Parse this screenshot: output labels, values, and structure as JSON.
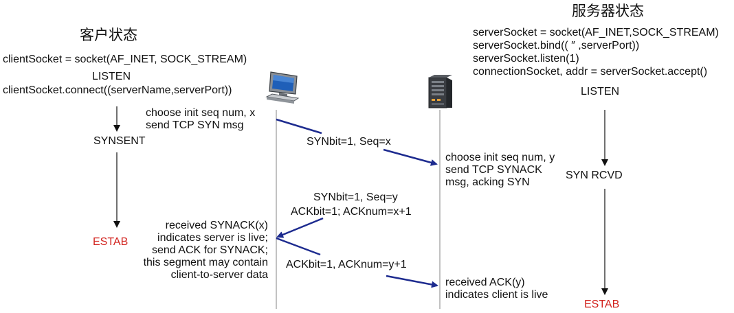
{
  "client": {
    "title": "客户状态",
    "socket_call": "clientSocket = socket(AF_INET, SOCK_STREAM)",
    "listen": "LISTEN",
    "connect_call": "clientSocket.connect((serverName,serverPort))",
    "synsent": "SYNSENT",
    "estab": "ESTAB",
    "action1": [
      "choose init seq num, x",
      "send TCP SYN msg"
    ],
    "action2": [
      "received SYNACK(x)",
      "indicates server is live;",
      "send ACK for SYNACK;",
      "this segment may contain",
      "client-to-server data"
    ]
  },
  "server": {
    "title": "服务器状态",
    "code": [
      "serverSocket = socket(AF_INET,SOCK_STREAM)",
      "serverSocket.bind((  ″  ,serverPort))",
      "serverSocket.listen(1)",
      "connectionSocket, addr = serverSocket.accept()"
    ],
    "listen": "LISTEN",
    "syn_rcvd": "SYN RCVD",
    "estab": "ESTAB",
    "action1": [
      "choose init seq num, y",
      "send TCP SYNACK",
      "msg, acking SYN"
    ],
    "action2": [
      "received ACK(y)",
      "indicates client is live"
    ]
  },
  "messages": {
    "syn": "SYNbit=1, Seq=x",
    "synack_line1": "SYNbit=1, Seq=y",
    "synack_line2": "ACKbit=1; ACKnum=x+1",
    "ack": "ACKbit=1, ACKnum=y+1"
  },
  "icons": {
    "client": "desktop-computer-icon",
    "server": "server-tower-icon"
  },
  "colors": {
    "message_arrow": "#1d2b8f",
    "state_estab": "#d2231e",
    "timeline": "#9a9a9a",
    "state_arrow": "#111111"
  }
}
